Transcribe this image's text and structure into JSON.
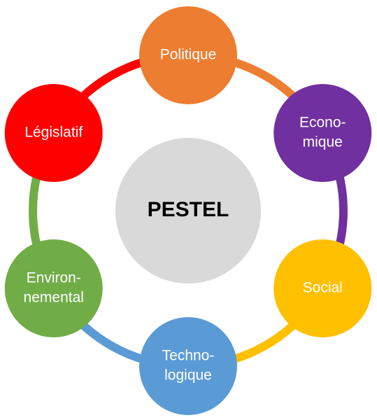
{
  "diagram": {
    "center": {
      "label": "PESTEL",
      "color": "#d9d9d9"
    },
    "nodes": [
      {
        "id": "politique",
        "lines": [
          "Politique"
        ],
        "color": "#ed7d31"
      },
      {
        "id": "economique",
        "lines": [
          "Econo-",
          "mique"
        ],
        "color": "#7030a0"
      },
      {
        "id": "social",
        "lines": [
          "Social"
        ],
        "color": "#ffc000"
      },
      {
        "id": "technologique",
        "lines": [
          "Techno-",
          "logique"
        ],
        "color": "#5b9bd5"
      },
      {
        "id": "environnemental",
        "lines": [
          "Environ-",
          "nemental"
        ],
        "color": "#70ad47"
      },
      {
        "id": "legislatif",
        "lines": [
          "Législatif"
        ],
        "color": "#ff0000"
      }
    ]
  }
}
